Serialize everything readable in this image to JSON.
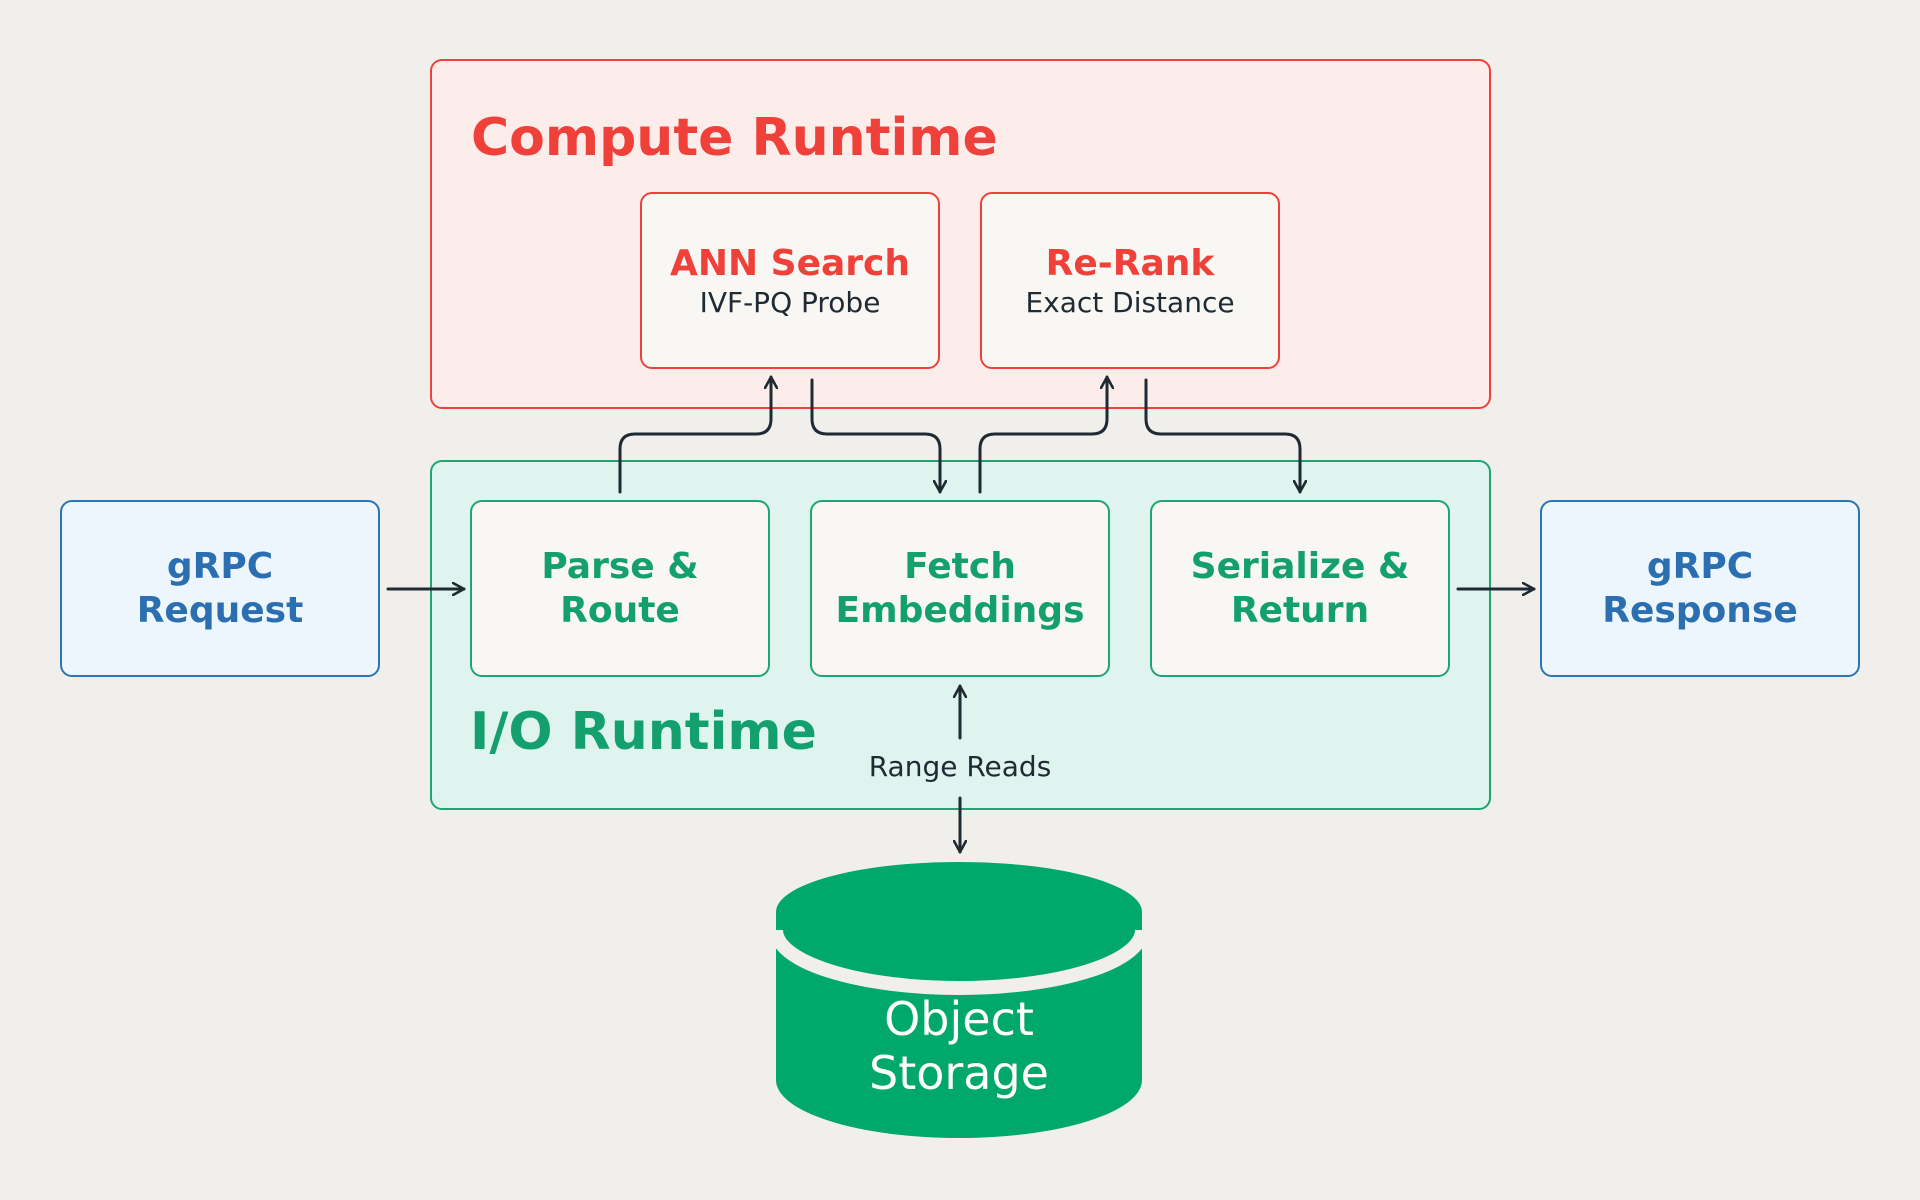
{
  "compute_runtime": {
    "title": "Compute Runtime",
    "ann_search": {
      "title": "ANN Search",
      "subtitle": "IVF-PQ Probe"
    },
    "re_rank": {
      "title": "Re-Rank",
      "subtitle": "Exact Distance"
    }
  },
  "io_runtime": {
    "title": "I/O Runtime",
    "parse_route": {
      "title_line1": "Parse &",
      "title_line2": "Route"
    },
    "fetch_embeddings": {
      "title_line1": "Fetch",
      "title_line2": "Embeddings"
    },
    "serialize_return": {
      "title_line1": "Serialize &",
      "title_line2": "Return"
    }
  },
  "grpc_request": {
    "line1": "gRPC",
    "line2": "Request"
  },
  "grpc_response": {
    "line1": "gRPC",
    "line2": "Response"
  },
  "range_reads_label": "Range Reads",
  "object_storage": {
    "line1": "Object",
    "line2": "Storage"
  },
  "colors": {
    "compute_accent": "#f0403a",
    "io_accent": "#14a06e",
    "grpc_accent": "#2b6fb1",
    "storage_fill": "#00a86b",
    "arrow": "#1f2a33",
    "background": "#f0efeb"
  }
}
